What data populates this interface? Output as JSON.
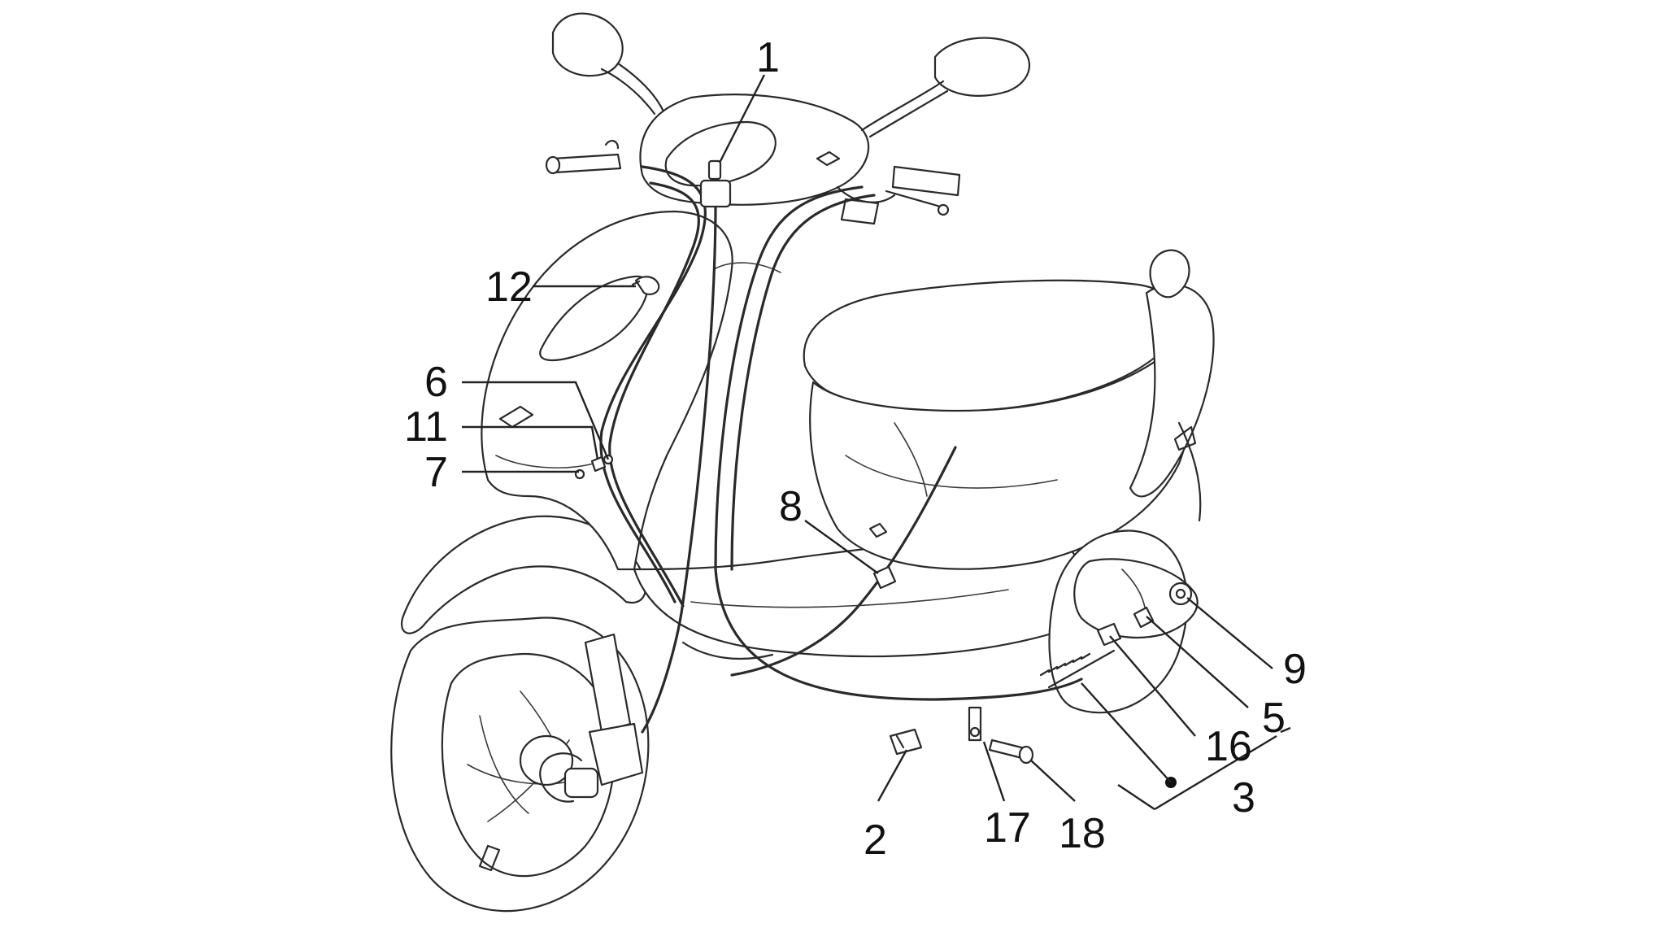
{
  "callouts": [
    {
      "id": "1",
      "label": "1"
    },
    {
      "id": "2",
      "label": "2"
    },
    {
      "id": "3",
      "label": "3"
    },
    {
      "id": "5",
      "label": "5"
    },
    {
      "id": "6",
      "label": "6"
    },
    {
      "id": "7",
      "label": "7"
    },
    {
      "id": "8",
      "label": "8"
    },
    {
      "id": "9",
      "label": "9"
    },
    {
      "id": "11",
      "label": "11"
    },
    {
      "id": "12",
      "label": "12"
    },
    {
      "id": "16",
      "label": "16"
    },
    {
      "id": "17",
      "label": "17"
    },
    {
      "id": "18",
      "label": "18"
    }
  ],
  "colors": {
    "line": "#2a2a2a",
    "background": "#ffffff",
    "text": "#111111"
  }
}
